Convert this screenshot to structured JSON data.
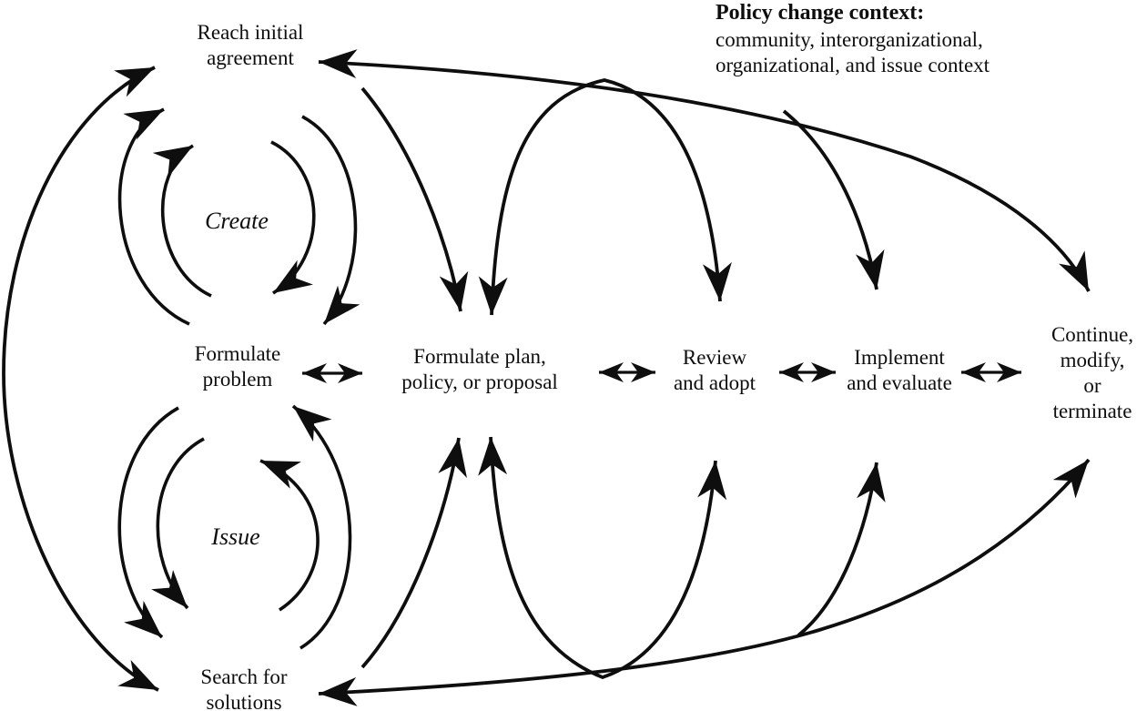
{
  "title_block": {
    "heading": "Policy change context:",
    "body": "community, interorganizational,\norganizational, and issue context"
  },
  "nodes": {
    "reach_initial_agreement": "Reach initial\nagreement",
    "create": "Create",
    "formulate_problem": "Formulate\nproblem",
    "issue": "Issue",
    "search_for_solutions": "Search for\nsolutions",
    "formulate_plan": "Formulate plan,\npolicy, or proposal",
    "review_and_adopt": "Review\nand adopt",
    "implement_and_evaluate": "Implement\nand evaluate",
    "continue_modify_terminate": "Continue,\nmodify, or\nterminate"
  },
  "edges": [
    {
      "id": "create-loop",
      "between": [
        "Reach initial agreement",
        "Formulate problem"
      ],
      "style": "double concentric arcs, clockwise cycle"
    },
    {
      "id": "issue-loop",
      "between": [
        "Formulate problem",
        "Search for solutions"
      ],
      "style": "double concentric arcs, counterclockwise cycle"
    },
    {
      "id": "far-left-curve",
      "between": [
        "Reach initial agreement",
        "Search for solutions"
      ],
      "style": "large outer curve, arrowheads both ends"
    },
    {
      "id": "top-long-curve",
      "between": [
        "Reach initial agreement",
        "Continue, modify, or terminate"
      ],
      "style": "long curve across top, arrowheads both ends"
    },
    {
      "id": "top-arch",
      "between": [
        "Formulate plan, policy, or proposal",
        "Review and adopt"
      ],
      "style": "tall arch, downward arrowheads both ends"
    },
    {
      "id": "top-branch-implement",
      "from": "top curve",
      "to": "Implement and evaluate",
      "style": "downward branch"
    },
    {
      "id": "agreement-to-plan",
      "from": "Reach initial agreement",
      "to": "Formulate plan, policy, or proposal",
      "style": "downward curve"
    },
    {
      "id": "bottom-long-curve",
      "between": [
        "Search for solutions",
        "Continue, modify, or terminate"
      ],
      "style": "long curve across bottom, arrowheads both ends"
    },
    {
      "id": "bottom-u-curve",
      "between": [
        "Formulate plan, policy, or proposal",
        "Review and adopt"
      ],
      "style": "deep U, upward arrowheads both ends"
    },
    {
      "id": "bottom-branch-implement",
      "from": "bottom curve",
      "to": "Implement and evaluate",
      "style": "upward branch"
    },
    {
      "id": "solutions-to-plan",
      "from": "Search for solutions",
      "to": "Formulate plan, policy, or proposal",
      "style": "upward curve"
    },
    {
      "id": "chain-arrows",
      "between": [
        "Formulate problem",
        "Formulate plan, policy, or proposal",
        "Review and adopt",
        "Implement and evaluate",
        "Continue, modify, or terminate"
      ],
      "style": "horizontal double-headed arrows"
    }
  ],
  "colors": {
    "ink": "#0e0e0e",
    "background": "#ffffff"
  }
}
